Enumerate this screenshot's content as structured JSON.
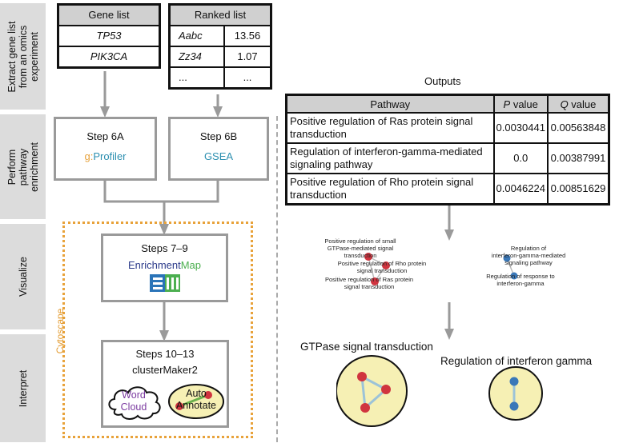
{
  "stages": [
    {
      "label": "Extract gene list\nfrom an omics\nexperiment"
    },
    {
      "label": "Perform\npathway\nenrichment"
    },
    {
      "label": "Visualize"
    },
    {
      "label": "Interpret"
    }
  ],
  "gene_list": {
    "header": "Gene list",
    "rows": [
      "TP53",
      "PIK3CA"
    ]
  },
  "ranked_list": {
    "header": "Ranked list",
    "rows": [
      {
        "gene": "Aabc",
        "score": "13.56"
      },
      {
        "gene": "Zz34",
        "score": "1.07"
      },
      {
        "gene": "...",
        "score": "..."
      }
    ]
  },
  "step6a": {
    "title": "Step 6A",
    "tool_prefix": "g:",
    "tool_name": "Profiler"
  },
  "step6b": {
    "title": "Step 6B",
    "tool_name": "GSEA"
  },
  "cytoscape_label": "Cytoscape",
  "step7": {
    "title": "Steps 7–9",
    "tool_part1": "Enrichment",
    "tool_part2": "Map"
  },
  "step10": {
    "title": "Steps 10–13",
    "tool_name": "clusterMaker2",
    "word_cloud": "Word\nCloud",
    "auto_annotate": "Auto\nAnnotate"
  },
  "outputs": {
    "title": "Outputs",
    "columns": [
      "Pathway",
      "P",
      " value",
      "Q",
      " value"
    ],
    "rows": [
      {
        "pathway": "Positive regulation of Ras protein signal transduction",
        "p": "0.0030441",
        "q": "0.00563848"
      },
      {
        "pathway": "Regulation of interferon-gamma-mediated signaling pathway",
        "p": "0.0",
        "q": "0.00387991"
      },
      {
        "pathway": "Positive regulation of Rho protein signal transduction",
        "p": "0.0046224",
        "q": "0.00851629"
      }
    ]
  },
  "network": {
    "labels": [
      "Positive regulation of small\nGTPase-mediated signal\ntransduction",
      "Positive regulation of Rho protein\nsignal transduction",
      "Positive regulation of Ras protein\nsignal transduction",
      "Regulation of\ninterferon-gamma-mediated\nsignaling pathway",
      "Regulation of response to\ninterferon-gamma"
    ]
  },
  "clusters": [
    {
      "title": "GTPase signal transduction"
    },
    {
      "title": "Regulation of interferon gamma"
    }
  ],
  "colors": {
    "stage_bg": "#dcdcdc",
    "step_border": "#9a9a9a",
    "cytoscape_orange": "#e8a23a",
    "gprofiler_prefix": "#e6a23c",
    "tool_blue": "#2c8fb0",
    "enrichment_navy": "#2b3a8a",
    "map_green": "#4caf50",
    "node_red": "#d0343f",
    "node_blue": "#3a78b8",
    "cluster_fill": "#f6f0b4",
    "word_cloud_purple": "#7b3aa0"
  }
}
